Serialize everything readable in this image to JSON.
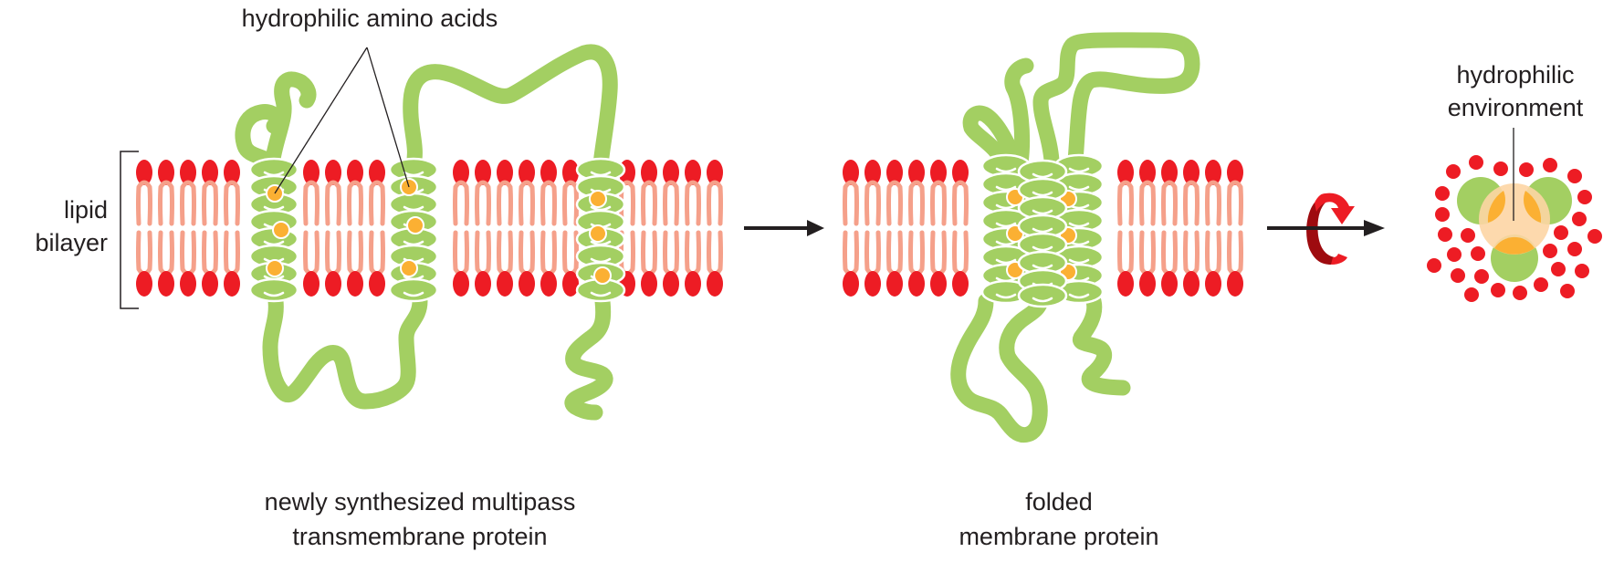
{
  "figure": {
    "labels": {
      "hydrophilic_amino_acids": "hydrophilic amino acids",
      "lipid_bilayer_line1": "lipid",
      "lipid_bilayer_line2": "bilayer",
      "hydrophilic_environment_line1": "hydrophilic",
      "hydrophilic_environment_line2": "environment",
      "unfolded_caption_line1": "newly synthesized multipass",
      "unfolded_caption_line2": "transmembrane protein",
      "folded_caption_line1": "folded",
      "folded_caption_line2": "membrane protein"
    },
    "panels": [
      {
        "name": "unfolded-protein",
        "helix_count": 3,
        "hydrophilic_residues_per_helix": 3
      },
      {
        "name": "folded-protein",
        "helix_count": 3
      },
      {
        "name": "cross-section-view",
        "helix_count": 3
      }
    ],
    "arrows": [
      "process-arrow",
      "rotation-arrow"
    ],
    "colors": {
      "lipid_head": "#ed1c24",
      "lipid_tail": "#f5a08a",
      "protein": "#a3cf62",
      "hydrophilic_residue": "#fbb033",
      "hydrophilic_core": "#fdd5a4",
      "rotation_arrow": "#ed1c24",
      "rotation_arrow_dark": "#9e0b0f",
      "line": "#231f20"
    }
  }
}
